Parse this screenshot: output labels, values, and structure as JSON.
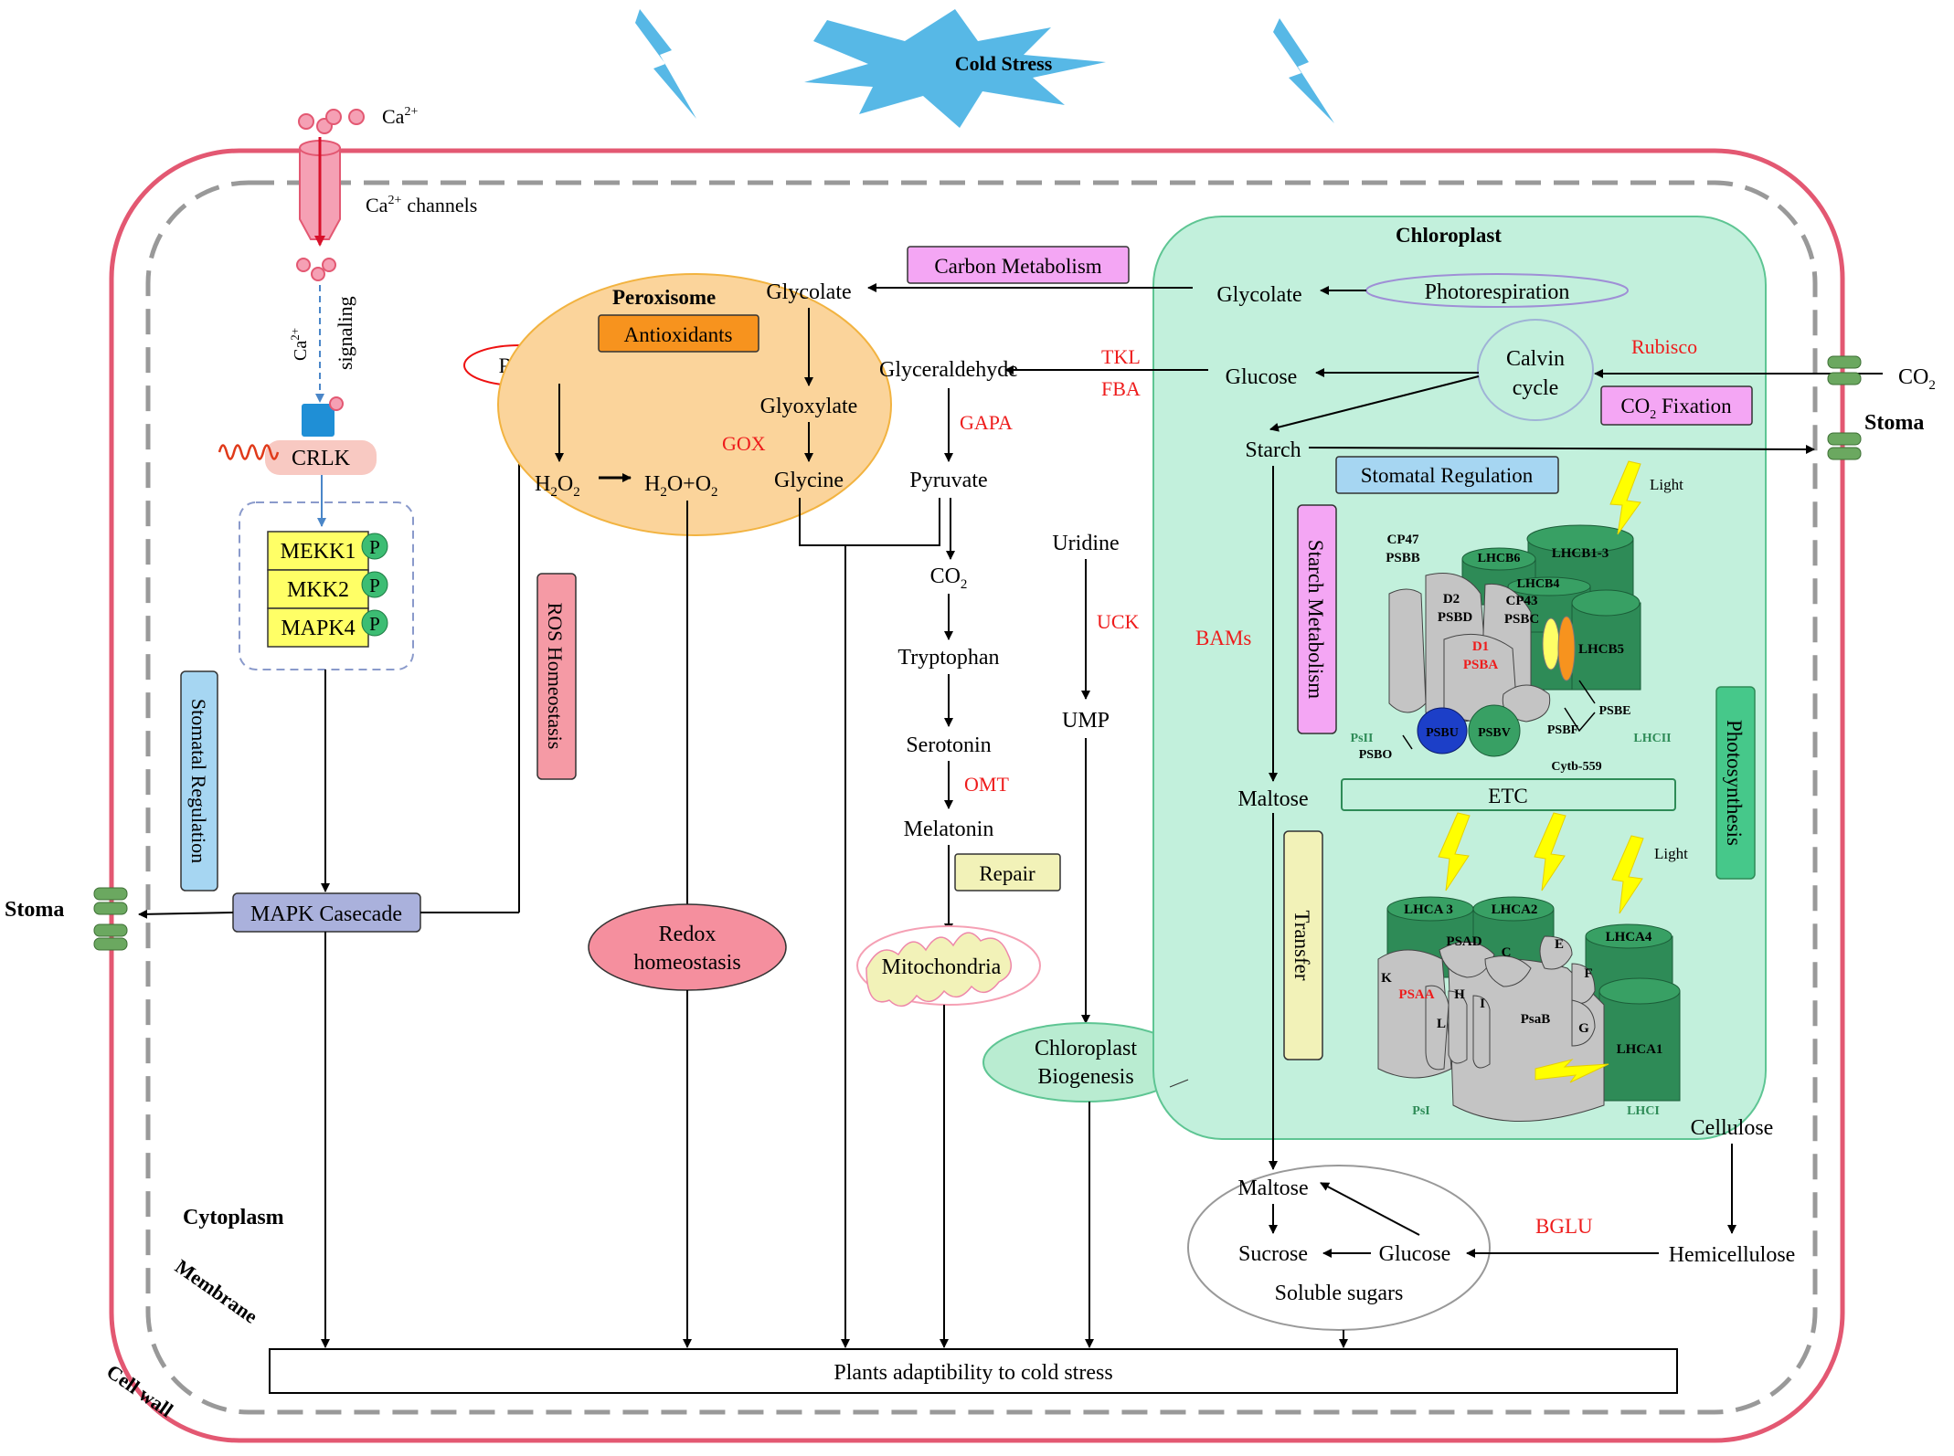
{
  "title": "Cold Stress",
  "ions": {
    "ca": "Ca",
    "sup": "2+",
    "channels_label": "channels",
    "signaling": "signaling"
  },
  "receptor": "CRLK",
  "kinases": [
    "MEKK1",
    "MKK2",
    "MAPK4"
  ],
  "phospho": "P",
  "mapk_cascade": "MAPK Casecade",
  "stoma": "Stoma",
  "cytoplasm": "Cytoplasm",
  "membrane": "Membrane",
  "cell_wall": "Cell wall",
  "stomatal_regulation": "Stomatal Regulation",
  "ros": "ROS",
  "ros_homeostasis": "ROS Homeostasis",
  "h2o2": {
    "a": "H",
    "sub": "2",
    "b": "O",
    "sub2": "2"
  },
  "h2o_o2": {
    "a": "H",
    "sub": "2",
    "b": "O+O",
    "sub2": "2"
  },
  "redox": [
    "Redox",
    "homeostasis"
  ],
  "peroxisome": "Peroxisome",
  "antioxidants": "Antioxidants",
  "carbon_metabolism": "Carbon Metabolism",
  "glycolate": "Glycolate",
  "glyoxylate": "Glyoxylate",
  "gox": "GOX",
  "glycine": "Glycine",
  "glyceraldehyde": "Glyceraldehyde",
  "tkl": "TKL",
  "fba": "FBA",
  "gapa": "GAPA",
  "pyruvate": "Pyruvate",
  "co2": {
    "a": "CO",
    "sub": "2"
  },
  "tryptophan": "Tryptophan",
  "serotonin": "Serotonin",
  "omt": "OMT",
  "melatonin": "Melatonin",
  "repair": "Repair",
  "mitochondria": "Mitochondria",
  "uridine": "Uridine",
  "uck": "UCK",
  "ump": "UMP",
  "chloroplast_biogenesis": [
    "Chloroplast",
    "Biogenesis"
  ],
  "chloroplast": "Chloroplast",
  "photorespiration": "Photorespiration",
  "glucose": "Glucose",
  "calvin_cycle": [
    "Calvin",
    "cycle"
  ],
  "rubisco": "Rubisco",
  "co2_fixation": {
    "a": "CO",
    "sub": "2",
    "b": " Fixation"
  },
  "starch": "Starch",
  "stomatal_regulation_2": "Stomatal Regulation",
  "starch_metabolism": "Starch Metabolism",
  "bams": "BAMs",
  "maltose": "Maltose",
  "transfer": "Transfer",
  "etc": "ETC",
  "light": "Light",
  "photosynthesis": "Photosynthesis",
  "psii": {
    "cp47": "CP47",
    "psbb": "PSBB",
    "d2": "D2",
    "psbd": "PSBD",
    "d1": "D1",
    "psba": "PSBA",
    "cp43": "CP43",
    "psbc": "PSBC",
    "lhcb6": "LHCB6",
    "lhcb4": "LHCB4",
    "lhcb13": "LHCB1-3",
    "lhcb5": "LHCB5",
    "psbu": "PSBU",
    "psbv": "PSBV",
    "psbe": "PSBE",
    "psbf": "PSBF",
    "cytb559": "Cytb-559",
    "psii": "PsII",
    "psbo": "PSBO",
    "lhcii": "LHCII"
  },
  "psi": {
    "lhca3": "LHCA 3",
    "lhca2": "LHCA2",
    "lhca4": "LHCA4",
    "lhca1": "LHCA1",
    "psad": "PSAD",
    "c": "C",
    "e": "E",
    "f": "F",
    "k": "K",
    "h": "H",
    "i": "I",
    "l": "L",
    "g": "G",
    "psaa": "PSAA",
    "psab": "PsaB",
    "psi": "PsI",
    "lhci": "LHCI"
  },
  "cellulose": "Cellulose",
  "hemicellulose": "Hemicellulose",
  "bglu": "BGLU",
  "sucrose": "Sucrose",
  "soluble_sugars": "Soluble sugars",
  "adaptability": "Plants adaptibility to cold stress",
  "colors": {
    "cell_wall": "#e35872",
    "membrane": "#999999",
    "chloroplast": "#c2f0dc",
    "chloroplast_stroke": "#5ec593",
    "peroxisome": "#fbd49b",
    "enzyme": "#ee1c1c",
    "pink_box": "#f4a6f4",
    "blue_box": "#a6d6f2",
    "red_box": "#f59aa5",
    "lime_box": "#f2f2b8",
    "mapk_box": "#aab1dc",
    "kinase": "#ffff66",
    "phospho": "#3cbd73",
    "antenna": "#2e8b57",
    "core": "#c4c4c4",
    "cold": "#57b8e6",
    "light": "#ffff00"
  }
}
